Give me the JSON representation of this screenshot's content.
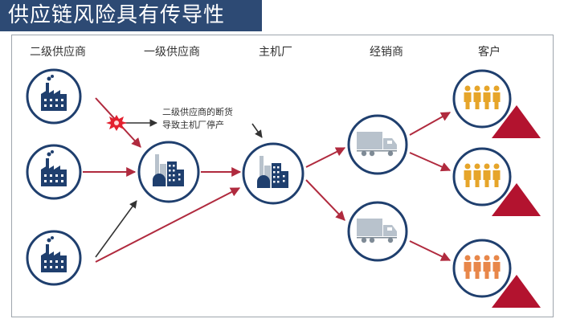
{
  "title": "供应链风险具有传导性",
  "columns": {
    "tier2_supplier": "二级供应商",
    "tier1_supplier": "一级供应商",
    "oem": "主机厂",
    "distributor": "经销商",
    "customer": "客户"
  },
  "note": {
    "line1": "二级供应商的断货",
    "line2": "导致主机厂停产"
  },
  "colors": {
    "title_bg": "#2d4a74",
    "node_navy": "#1f3f6e",
    "arrow_red": "#b02a3e",
    "customer_gold": "#e6a52a",
    "customer_orange": "#e8874a",
    "warning_red": "#b3132f",
    "burst_red": "#e3202f"
  }
}
